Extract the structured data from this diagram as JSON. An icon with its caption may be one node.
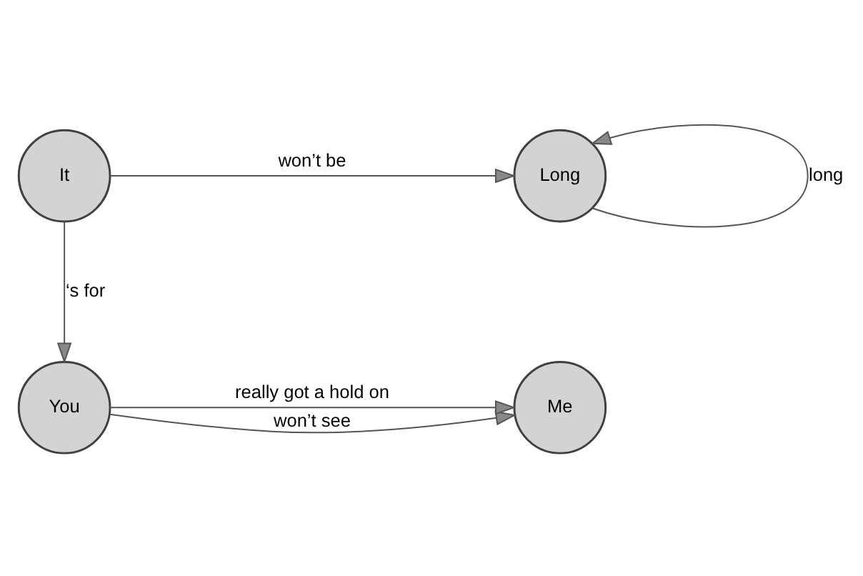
{
  "diagram": {
    "nodes": [
      {
        "text": [
          "It"
        ]
      },
      {
        "text": [
          "Long"
        ]
      },
      {
        "text": [
          "You"
        ]
      },
      {
        "text": [
          "Me"
        ]
      }
    ],
    "edges": [
      {
        "from": 0,
        "to": 1,
        "arrow": "to",
        "label": "won’t be"
      },
      {
        "from": 1,
        "to": 1,
        "arrow": "to",
        "label": "long"
      },
      {
        "from": 0,
        "to": 2,
        "arrow": "to",
        "label": "‘s for"
      },
      {
        "from": 2,
        "to": 3,
        "arrow": "to",
        "label": "won’t see"
      },
      {
        "from": 2,
        "to": 3,
        "arrow": "to",
        "label": "really got a hold on"
      }
    ]
  }
}
